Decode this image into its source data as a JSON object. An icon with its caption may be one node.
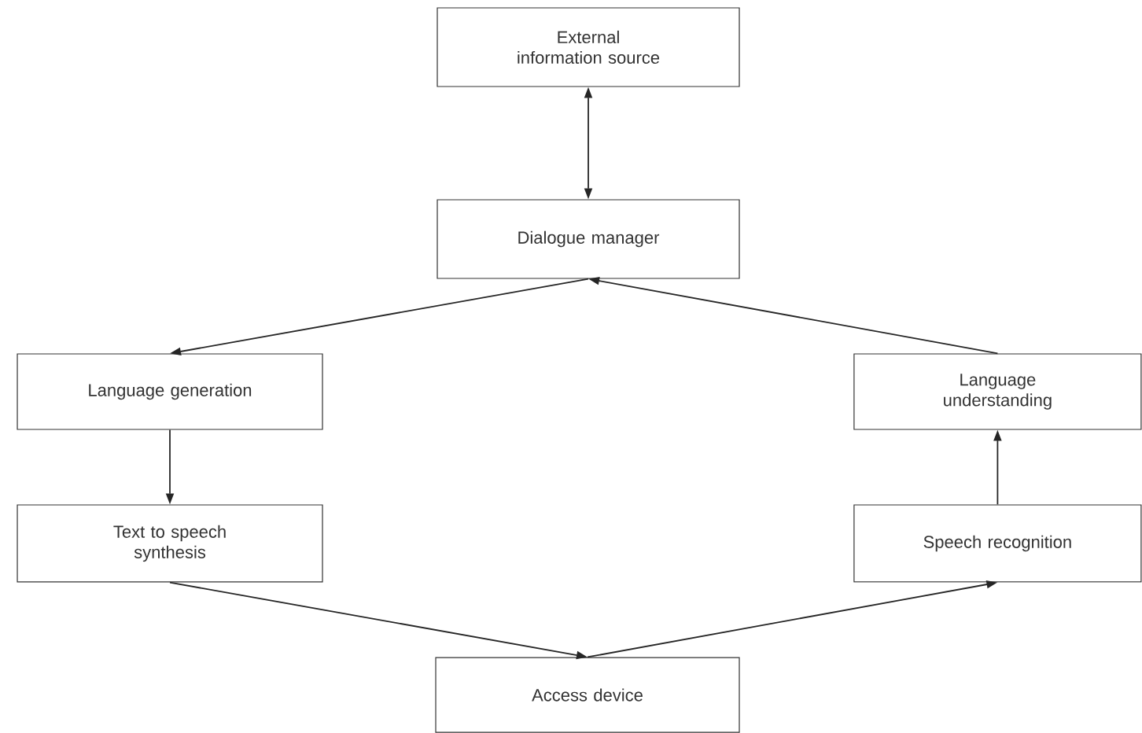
{
  "diagram": {
    "nodes": [
      {
        "text": [
          "External information source"
        ]
      },
      {
        "text": [
          "Dialogue manager"
        ]
      },
      {
        "text": [
          "Language generation"
        ]
      },
      {
        "text": [
          "Text to speech synthesis"
        ]
      },
      {
        "text": [
          "Access device"
        ]
      },
      {
        "text": [
          "Speech recognition"
        ]
      },
      {
        "text": [
          "Language understanding"
        ]
      }
    ],
    "edges": [
      {
        "from": 0,
        "to": 1,
        "arrow": "both"
      },
      {
        "from": 1,
        "to": 2,
        "arrow": "to"
      },
      {
        "from": 2,
        "to": 3,
        "arrow": "to"
      },
      {
        "from": 3,
        "to": 4,
        "arrow": "to"
      },
      {
        "from": 4,
        "to": 5,
        "arrow": "to"
      },
      {
        "from": 5,
        "to": 6,
        "arrow": "to"
      },
      {
        "from": 6,
        "to": 1,
        "arrow": "to"
      }
    ]
  }
}
